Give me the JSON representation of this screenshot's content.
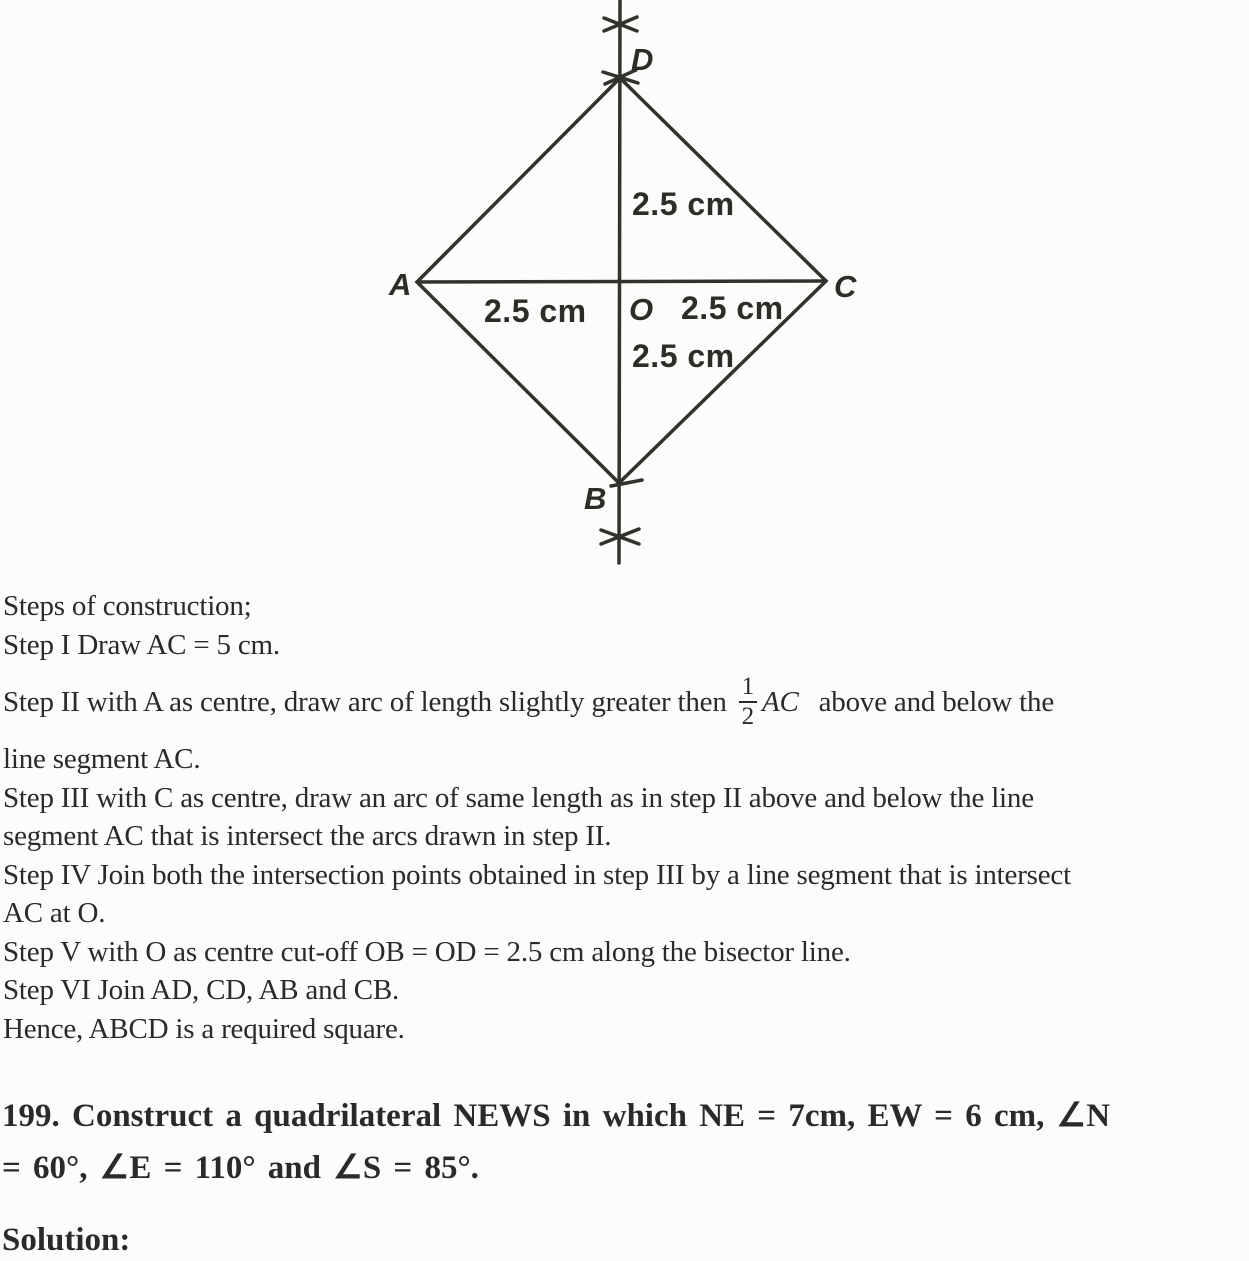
{
  "figure": {
    "labels": {
      "A": "A",
      "B": "B",
      "C": "C",
      "D": "D",
      "O": "O"
    },
    "measurements": {
      "od": "2.5 cm",
      "ao": "2.5 cm",
      "oc": "2.5 cm",
      "ob": "2.5 cm"
    },
    "line_color": "#33312e"
  },
  "steps": {
    "heading": "Steps of construction;",
    "step1": "Step I Draw AC = 5 cm.",
    "step2_pre": "Step II with A as centre, draw arc of length slightly greater then",
    "step2_frac_num": "1",
    "step2_frac_den": "2",
    "step2_ac": "AC",
    "step2_post": "above and below the",
    "step2_wrap": "line segment AC.",
    "step3_line1": "Step III with C as centre, draw an arc of same length as in step II above and below the line",
    "step3_line2": "segment AC that is intersect the arcs drawn in step II.",
    "step4_line1": "Step IV Join both the intersection points obtained in step III by a line segment that is intersect",
    "step4_line2": "AC at O.",
    "step5": "Step V with O as centre cut-off OB = OD = 2.5 cm along the bisector line.",
    "step6": "Step VI Join AD, CD, AB and CB.",
    "conclusion": "Hence, ABCD is a required square."
  },
  "question": {
    "line1": "199. Construct a quadrilateral NEWS in which NE = 7cm, EW = 6 cm, ∠N",
    "line2": "= 60°, ∠E = 110° and ∠S = 85°."
  },
  "solution_label": "Solution:"
}
